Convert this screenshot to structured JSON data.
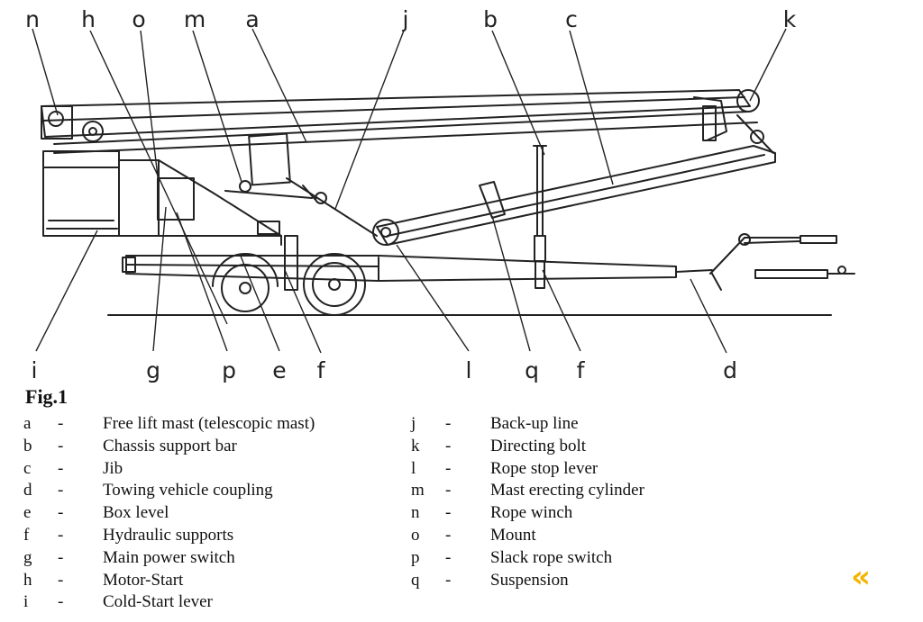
{
  "top_labels": [
    "n",
    "h",
    "o",
    "m",
    "a",
    "j",
    "b",
    "c",
    "k"
  ],
  "bottom_labels": [
    "i",
    "g",
    "p",
    "e",
    "f",
    "l",
    "q",
    "f",
    "d"
  ],
  "figure_title": "Fig.1",
  "legend_left": [
    {
      "key": "a",
      "dash": "-",
      "text": "Free lift mast (telescopic mast)"
    },
    {
      "key": "b",
      "dash": "-",
      "text": "Chassis support bar"
    },
    {
      "key": "c",
      "dash": "-",
      "text": "Jib"
    },
    {
      "key": "d",
      "dash": "-",
      "text": "Towing vehicle coupling"
    },
    {
      "key": "e",
      "dash": "-",
      "text": "Box level"
    },
    {
      "key": "f",
      "dash": "-",
      "text": "Hydraulic supports"
    },
    {
      "key": "g",
      "dash": "-",
      "text": "Main power switch"
    },
    {
      "key": "h",
      "dash": "-",
      "text": "Motor-Start"
    },
    {
      "key": "i",
      "dash": "-",
      "text": "Cold-Start lever"
    }
  ],
  "legend_right": [
    {
      "key": "j",
      "dash": "-",
      "text": "Back-up line"
    },
    {
      "key": "k",
      "dash": "-",
      "text": "Directing bolt"
    },
    {
      "key": "l",
      "dash": "-",
      "text": "Rope stop lever"
    },
    {
      "key": "m",
      "dash": "-",
      "text": "Mast erecting cylinder"
    },
    {
      "key": "n",
      "dash": "-",
      "text": "Rope winch"
    },
    {
      "key": "o",
      "dash": "-",
      "text": "Mount"
    },
    {
      "key": "p",
      "dash": "-",
      "text": "Slack rope switch"
    },
    {
      "key": "q",
      "dash": "-",
      "text": "Suspension"
    }
  ],
  "logo_glyph": "«",
  "colors": {
    "ink": "#222222",
    "logo": "#f4b400"
  }
}
